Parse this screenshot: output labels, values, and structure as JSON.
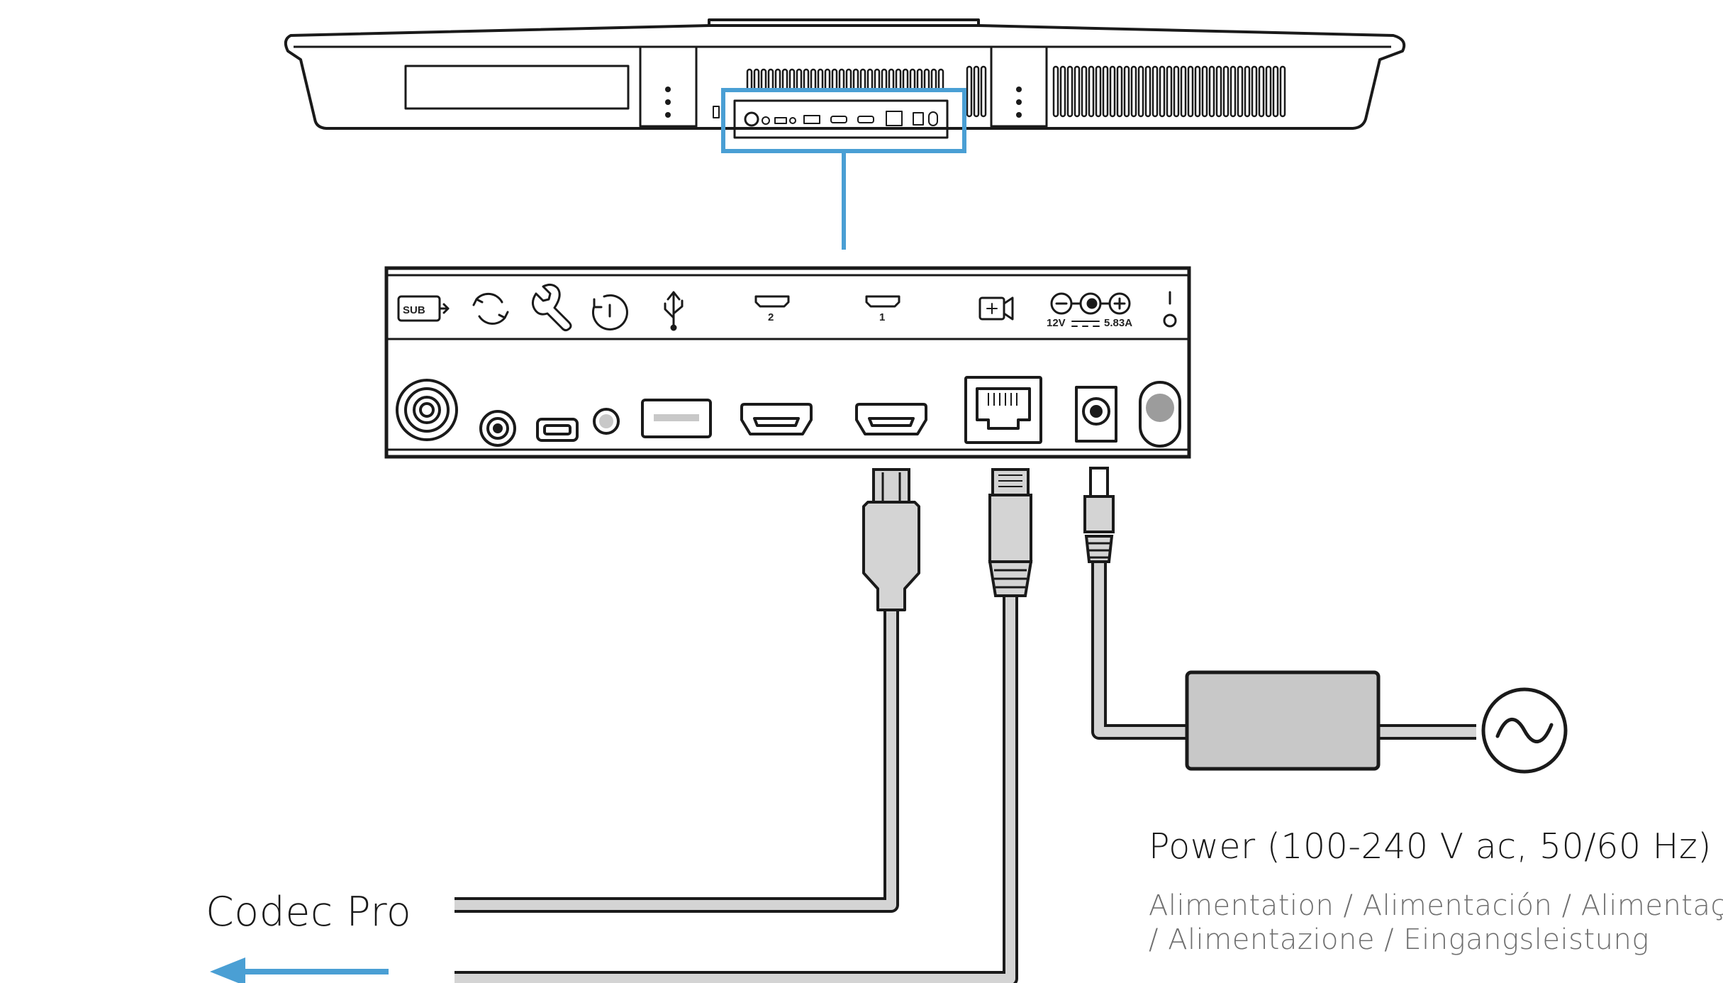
{
  "labels": {
    "power_title": "Power (100-240 V ac, 50/60 Hz)",
    "power_sub_line1": "Alimentation / Alimentación / Alimentação",
    "power_sub_line2": "/ Alimentazione / Eingangsleistung",
    "codec": "Codec Pro"
  },
  "panel": {
    "sub_label": "SUB",
    "hdmi_2": "2",
    "hdmi_1": "1",
    "voltage": "12V",
    "current": "5.83A"
  },
  "icons": [
    "sub-out-icon",
    "pairing-icon",
    "wrench-icon",
    "reset-icon",
    "usb-icon",
    "hdmi-icon",
    "camera-control-icon",
    "dc-polarity-icon",
    "power-switch-icon",
    "ac-sine-icon",
    "arrow-left-icon"
  ],
  "colors": {
    "highlight": "#4a9fd4",
    "cable": "#d4d4d4",
    "adapter": "#c8c8c8",
    "outline": "#1a1a1a"
  }
}
